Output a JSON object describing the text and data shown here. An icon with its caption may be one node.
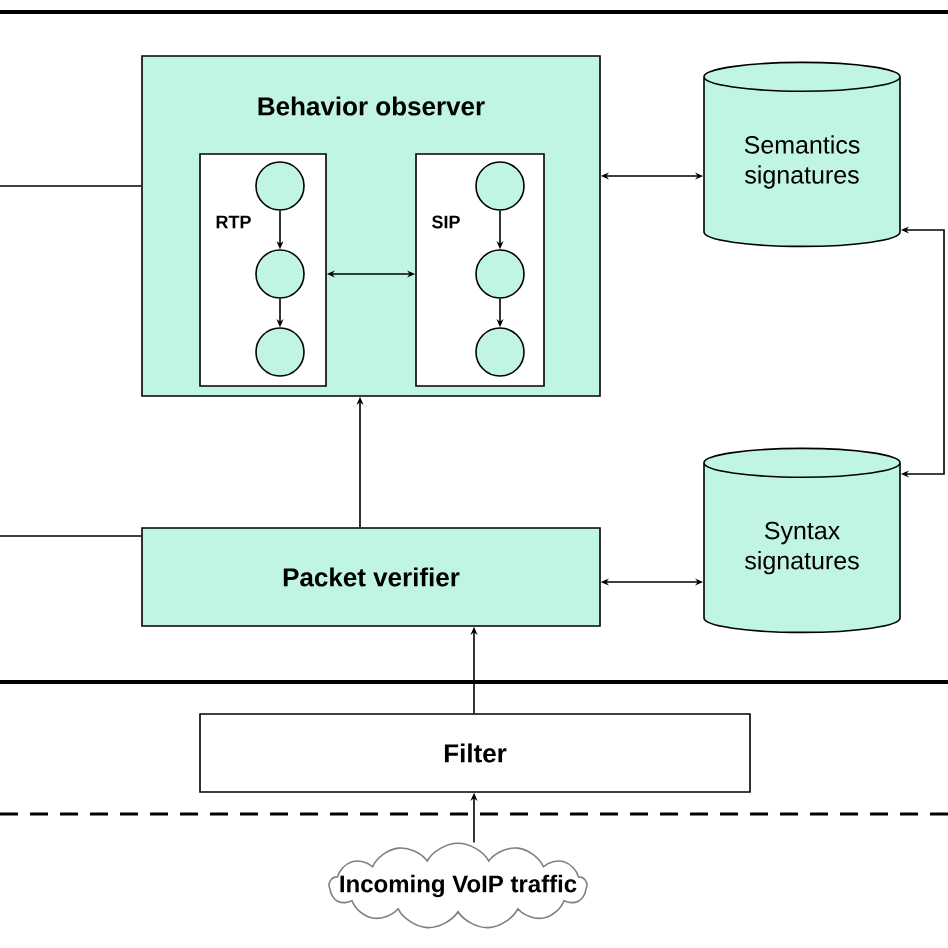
{
  "diagram": {
    "nodes": [
      {
        "text": [
          "Behavior observer"
        ]
      },
      {
        "text": [
          "RTP"
        ],
        "in": 0
      },
      {
        "text": [],
        "shape": "circle",
        "in": 1
      },
      {
        "text": [],
        "shape": "circle",
        "in": 1
      },
      {
        "text": [],
        "shape": "circle",
        "in": 1
      },
      {
        "text": [
          "SIP"
        ],
        "in": 0
      },
      {
        "text": [],
        "shape": "circle",
        "in": 5
      },
      {
        "text": [],
        "shape": "circle",
        "in": 5
      },
      {
        "text": [],
        "shape": "circle",
        "in": 5
      },
      {
        "text": [
          "Semantics signatures"
        ]
      },
      {
        "text": [
          "Syntax signatures"
        ]
      },
      {
        "text": [
          "Packet verifier"
        ]
      },
      {
        "text": [
          "Filter"
        ]
      },
      {
        "text": [
          "Incoming VoIP traffic"
        ]
      }
    ],
    "edges": [
      {
        "from": 2,
        "to": 3,
        "arrow": "to"
      },
      {
        "from": 3,
        "to": 4,
        "arrow": "to"
      },
      {
        "from": 6,
        "to": 7,
        "arrow": "to"
      },
      {
        "from": 7,
        "to": 8,
        "arrow": "to"
      },
      {
        "from": 1,
        "to": 5,
        "arrow": "both"
      },
      {
        "from": 0,
        "to": 9,
        "arrow": "both"
      },
      {
        "from": 9,
        "to": 10,
        "arrow": "both"
      },
      {
        "from": 11,
        "to": 10,
        "arrow": "both"
      },
      {
        "from": 11,
        "to": 0,
        "arrow": "to"
      },
      {
        "from": 12,
        "to": 11,
        "arrow": "to"
      },
      {
        "from": 13,
        "to": 12,
        "arrow": "to"
      },
      {
        "from": null,
        "to": 0,
        "arrow": "none"
      },
      {
        "from": null,
        "to": 11,
        "arrow": "none"
      }
    ]
  }
}
